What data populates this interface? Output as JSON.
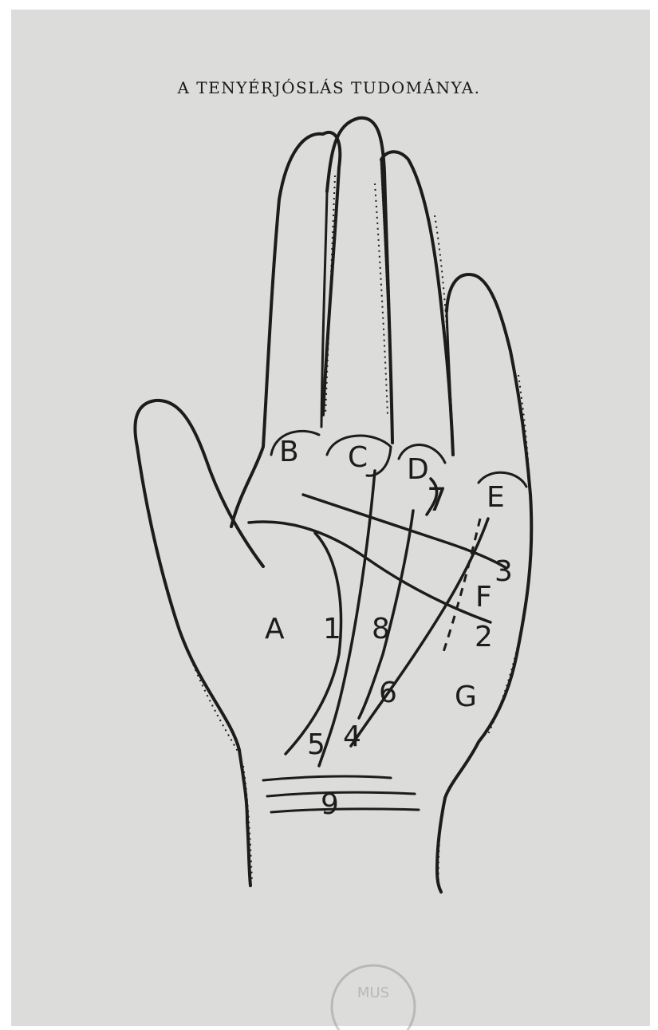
{
  "title": "A TENYÉRJÓSLÁS TUDOMÁNYA.",
  "labels": {
    "A": "A",
    "B": "B",
    "C": "C",
    "D": "D",
    "E": "E",
    "F": "F",
    "G": "G",
    "n1": "1",
    "n2": "2",
    "n3": "3",
    "n4": "4",
    "n5": "5",
    "n6": "6",
    "n7": "7",
    "n8": "8",
    "n9": "9"
  },
  "colors": {
    "ink": "#1c1c1c",
    "paper": "#dcdcda"
  },
  "stamp_text": "MUS"
}
